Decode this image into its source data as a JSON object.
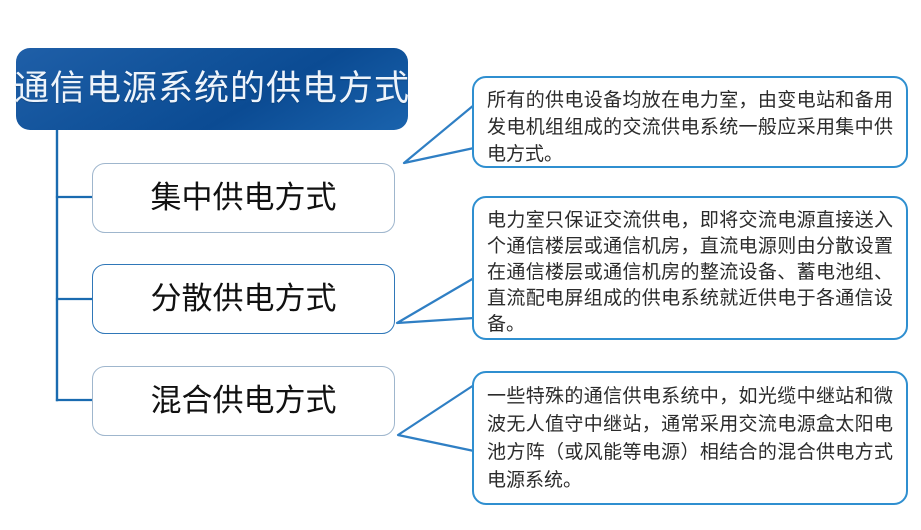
{
  "diagram": {
    "root": {
      "label": "通信电源系统的供电方式"
    },
    "branches": [
      {
        "label": "集中供电方式"
      },
      {
        "label": "分散供电方式"
      },
      {
        "label": "混合供电方式"
      }
    ],
    "callouts": [
      {
        "text": "所有的供电设备均放在电力室，由变电站和备用发电机组组成的交流供电系统一般应采用集中供电方式。"
      },
      {
        "text": "电力室只保证交流供电，即将交流电源直接送入个通信楼层或通信机房，直流电源则由分散设置在通信楼层或通信机房的整流设备、蓄电池组、直流配电屏组成的供电系统就近供电于各通信设备。"
      },
      {
        "text": "一些特殊的通信供电系统中，如光缆中继站和微波无人值守中继站，通常采用交流电源盒太阳电池方阵（或风能等电源）相结合的混合供电方式电源系统。"
      }
    ],
    "colors": {
      "root_fill": "#13549c",
      "root_text": "#eef4fb",
      "node_border": "#9fb6cd",
      "node_text": "#111111",
      "callout_border": "#2f8fd0",
      "callout_text": "#2b2b2b",
      "connector": "#1a6bb0"
    }
  }
}
